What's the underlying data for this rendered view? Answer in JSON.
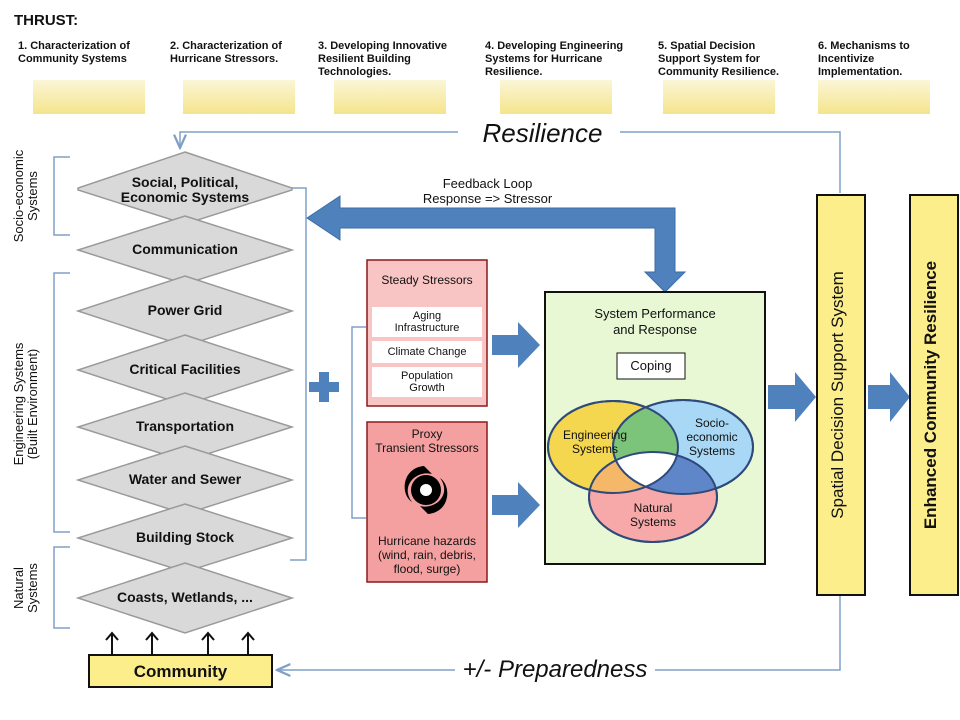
{
  "thrust": {
    "heading": "THRUST:",
    "items": [
      "1. Characterization of\nCommunity Systems",
      "2. Characterization of\nHurricane Stressors.",
      "3. Developing Innovative\nResilient Building\nTechnologies.",
      "4. Developing Engineering\nSystems for Hurricane\nResilience.",
      "5. Spatial Decision\nSupport System for\nCommunity Resilience.",
      "6. Mechanisms to\nIncentivize\nImplementation."
    ]
  },
  "resilience_label": "Resilience",
  "preparedness_label": "+/- Preparedness",
  "side_labels": {
    "socio": "Socio-economic\nSystems",
    "engineering": "Engineering Systems\n(Built Environment)",
    "natural": "Natural\nSystems"
  },
  "layers": [
    "Social, Political,\nEconomic Systems",
    "Communication",
    "Power Grid",
    "Critical Facilities",
    "Transportation",
    "Water and Sewer",
    "Building Stock",
    "Coasts, Wetlands, ..."
  ],
  "community_label": "Community",
  "feedback": {
    "line1": "Feedback Loop",
    "line2": "Response => Stressor"
  },
  "steady": {
    "title": "Steady Stressors",
    "items": [
      "Aging\nInfrastructure",
      "Climate Change",
      "Population\nGrowth"
    ]
  },
  "proxy": {
    "title": "Proxy\nTransient Stressors",
    "hazards": "Hurricane hazards\n(wind, rain, debris,\nflood, surge)"
  },
  "performance": {
    "title": "System Performance\nand Response",
    "coping": "Coping",
    "venn": {
      "engineering": "Engineering\nSystems",
      "socio": "Socio-\neconomic\nSystems",
      "natural": "Natural\nSystems"
    }
  },
  "sdss_label": "Spatial Decision Support System",
  "ecr_label": "Enhanced Community Resilience",
  "colors": {
    "arrow_blue": "#4f81bd",
    "thin_line": "#7ea0c8",
    "diamond_fill": "#d9d9d9",
    "diamond_stroke": "#9a9a9a",
    "stressor_red": "#f4a0a0",
    "perf_green": "#e8f7d4",
    "panel_yellow": "#fdee8c",
    "venn_yellow": "#f4d64f",
    "venn_blue": "#a8d8f5",
    "venn_pink": "#f7a8a8"
  },
  "icons": {
    "plus": "plus-icon",
    "hurricane": "hurricane-icon",
    "up_arrow": "up-arrow-icon"
  }
}
